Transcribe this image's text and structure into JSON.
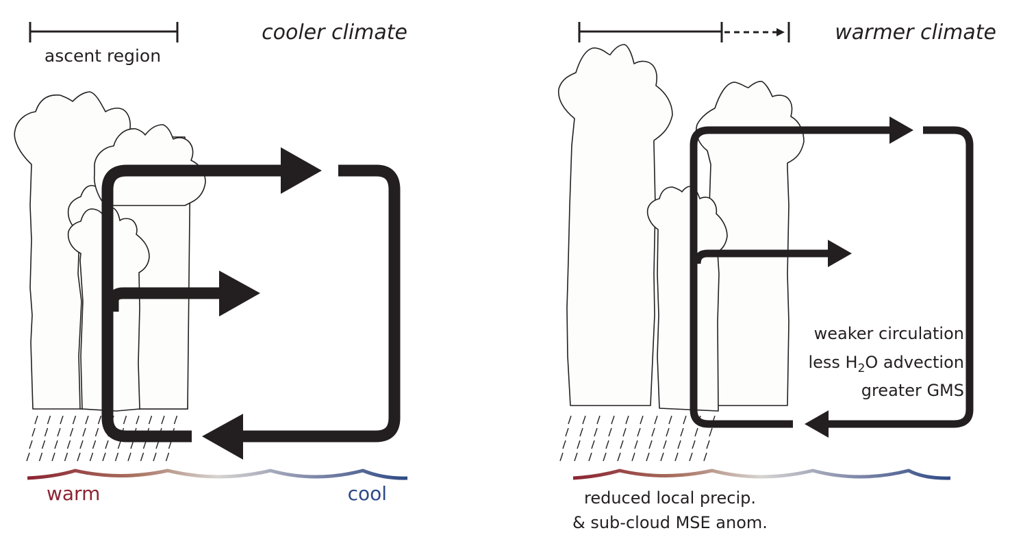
{
  "panels": {
    "left": {
      "title": "cooler climate",
      "scale_label": "ascent region",
      "sst_warm_label": "warm",
      "sst_cool_label": "cool"
    },
    "right": {
      "title": "warmer climate",
      "annotation_lines": [
        "weaker circulation",
        "less H",
        "2",
        "O advection",
        "greater GMS"
      ],
      "bottom_lines": [
        "reduced local precip.",
        "& sub-cloud MSE anom."
      ]
    }
  },
  "colors": {
    "ink": "#231f20",
    "warm": "#8b2332",
    "mid": "#d9d9d6",
    "cool": "#2e4a85"
  }
}
